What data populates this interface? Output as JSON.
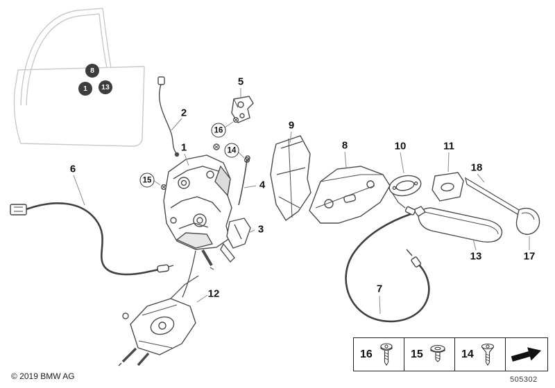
{
  "colors": {
    "line_art": "#4a4a4a",
    "door_outline": "#c9c9c9",
    "cable": "#3f3f3f",
    "badge_fill": "#3d3d3d",
    "background": "#ffffff"
  },
  "callouts": {
    "door_badges": [
      {
        "label": "8"
      },
      {
        "label": "1"
      },
      {
        "label": "13"
      }
    ],
    "plain": [
      {
        "label": "2"
      },
      {
        "label": "5"
      },
      {
        "label": "9"
      },
      {
        "label": "1"
      },
      {
        "label": "8"
      },
      {
        "label": "10"
      },
      {
        "label": "11"
      },
      {
        "label": "18"
      },
      {
        "label": "4"
      },
      {
        "label": "3"
      },
      {
        "label": "6"
      },
      {
        "label": "12"
      },
      {
        "label": "13"
      },
      {
        "label": "17"
      },
      {
        "label": "7"
      }
    ],
    "circled": [
      {
        "label": "16"
      },
      {
        "label": "14"
      },
      {
        "label": "15"
      }
    ]
  },
  "legend": {
    "items": [
      {
        "label": "16",
        "icon": "pan-head-torx-screw"
      },
      {
        "label": "15",
        "icon": "flat-head-screw"
      },
      {
        "label": "14",
        "icon": "countersunk-torx-screw"
      }
    ],
    "arrow_icon": "direction-arrow"
  },
  "footer": {
    "copyright": "© 2019 BMW AG",
    "diagram_number": "505302"
  }
}
